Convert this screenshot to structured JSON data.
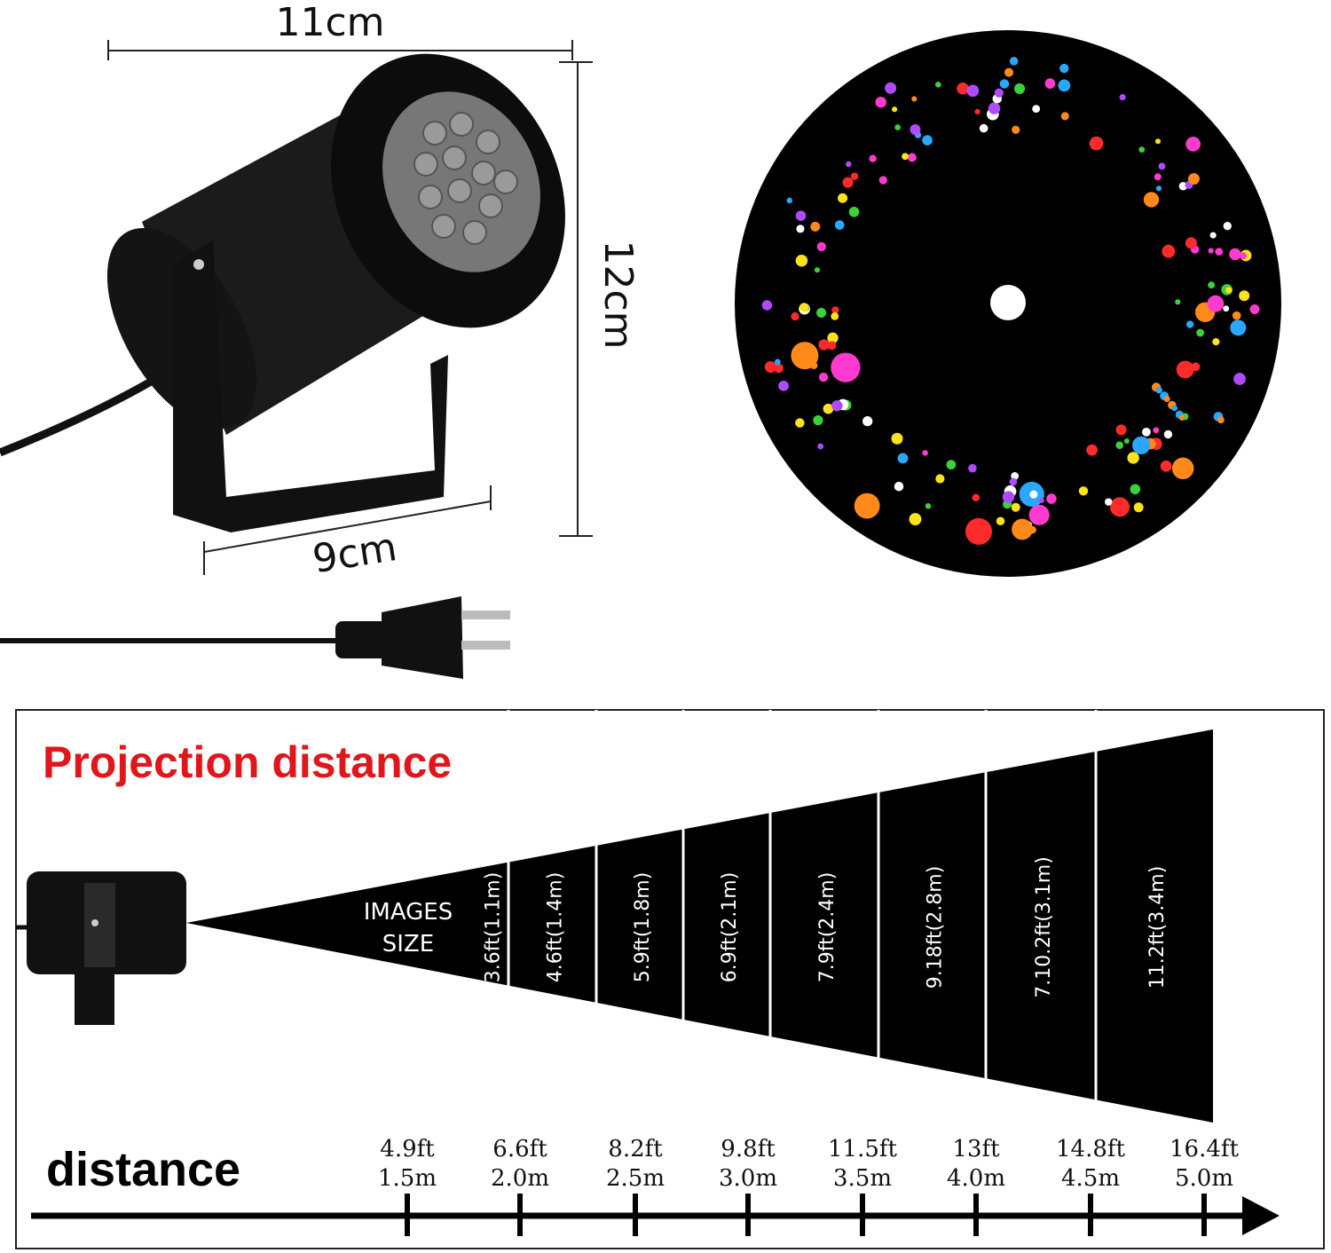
{
  "dimensions": {
    "width": "11cm",
    "height": "12cm",
    "base": "9cm"
  },
  "diagram": {
    "title": "Projection distance",
    "images_label_line1": "IMAGES",
    "images_label_line2": "SIZE",
    "axis_label": "distance",
    "image_sizes": [
      "3.6ft(1.1m)",
      "4.6ft(1.4m)",
      "5.9ft(1.8m)",
      "6.9ft(2.1m)",
      "7.9ft(2.4m)",
      "9.18ft(2.8m)",
      "7.10.2ft(3.1m)",
      "11.2ft(3.4m)"
    ],
    "distances": [
      {
        "ft": "4.9ft",
        "m": "1.5m"
      },
      {
        "ft": "6.6ft",
        "m": "2.0m"
      },
      {
        "ft": "8.2ft",
        "m": "2.5m"
      },
      {
        "ft": "9.8ft",
        "m": "3.0m"
      },
      {
        "ft": "11.5ft",
        "m": "3.5m"
      },
      {
        "ft": "13ft",
        "m": "4.0m"
      },
      {
        "ft": "14.8ft",
        "m": "4.5m"
      },
      {
        "ft": "16.4ft",
        "m": "5.0m"
      }
    ]
  },
  "colors": {
    "title": "#e0161b",
    "disc": "#000000"
  }
}
